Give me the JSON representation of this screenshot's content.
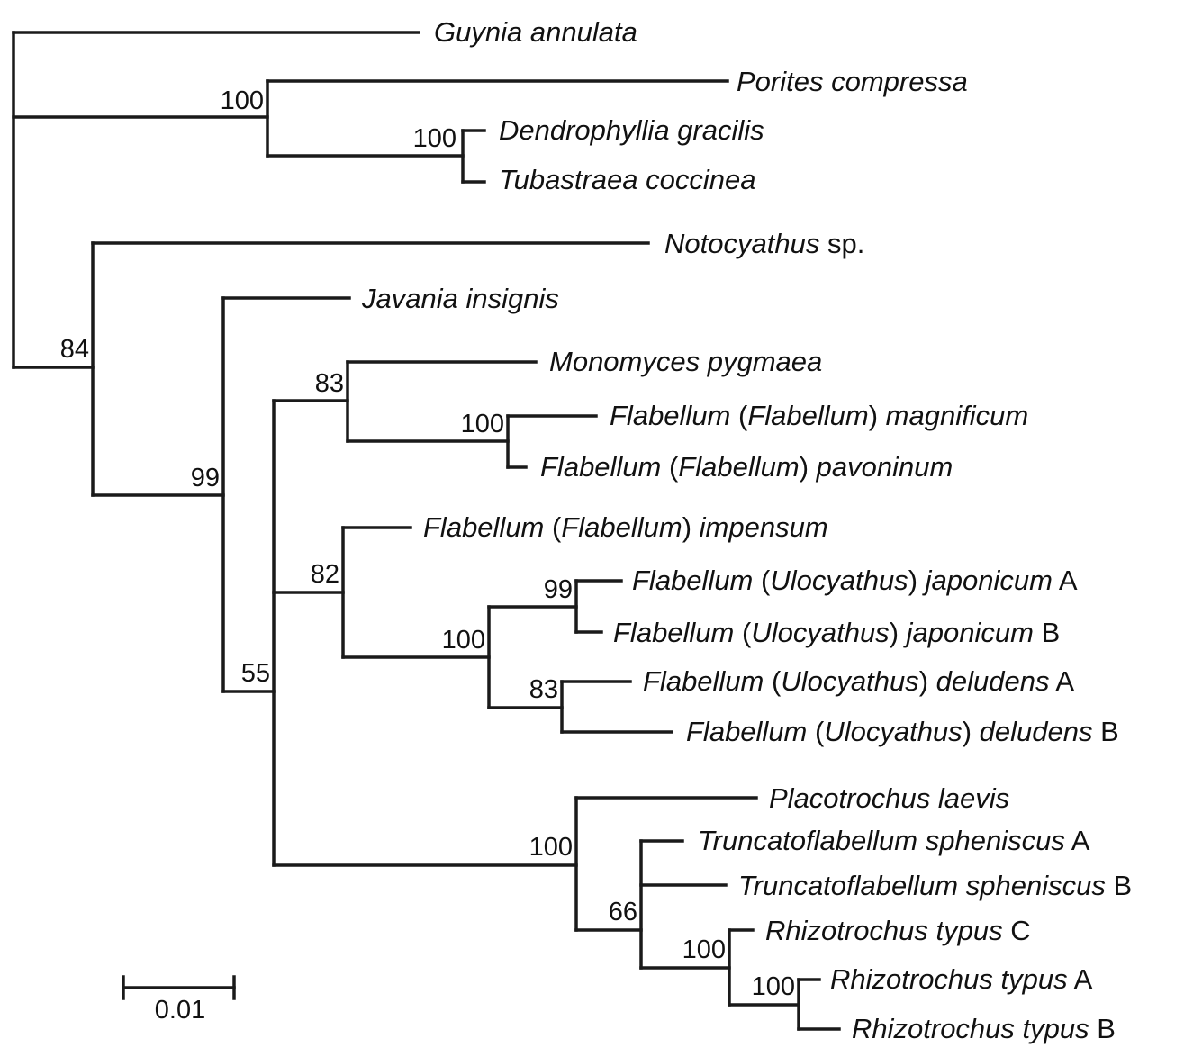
{
  "taxa": {
    "guynia": {
      "genus": "Guynia",
      "species": "annulata"
    },
    "porites": {
      "genus": "Porites",
      "species": "compressa"
    },
    "dendrophyllia": {
      "genus": "Dendrophyllia",
      "species": "gracilis"
    },
    "tubastraea": {
      "genus": "Tubastraea",
      "species": "coccinea"
    },
    "notocyathus": {
      "genus": "Notocyathus",
      "suffix": "sp."
    },
    "javania": {
      "genus": "Javania",
      "species": "insignis"
    },
    "monomyces": {
      "genus": "Monomyces",
      "species": "pygmaea"
    },
    "magnificum": {
      "genus": "Flabellum",
      "subgenus": "Flabellum",
      "species": "magnificum"
    },
    "pavoninum": {
      "genus": "Flabellum",
      "subgenus": "Flabellum",
      "species": "pavoninum"
    },
    "impensum": {
      "genus": "Flabellum",
      "subgenus": "Flabellum",
      "species": "impensum"
    },
    "japonicum_a": {
      "genus": "Flabellum",
      "subgenus": "Ulocyathus",
      "species": "japonicum",
      "suffix": "A"
    },
    "japonicum_b": {
      "genus": "Flabellum",
      "subgenus": "Ulocyathus",
      "species": "japonicum",
      "suffix": "B"
    },
    "deludens_a": {
      "genus": "Flabellum",
      "subgenus": "Ulocyathus",
      "species": "deludens",
      "suffix": "A"
    },
    "deludens_b": {
      "genus": "Flabellum",
      "subgenus": "Ulocyathus",
      "species": "deludens",
      "suffix": "B"
    },
    "placotrochus": {
      "genus": "Placotrochus",
      "species": "laevis"
    },
    "sphen_a": {
      "genus": "Truncatoflabellum",
      "species": "spheniscus",
      "suffix": "A"
    },
    "sphen_b": {
      "genus": "Truncatoflabellum",
      "species": "spheniscus",
      "suffix": "B"
    },
    "rhizo_c": {
      "genus": "Rhizotrochus",
      "species": "typus",
      "suffix": "C"
    },
    "rhizo_a": {
      "genus": "Rhizotrochus",
      "species": "typus",
      "suffix": "A"
    },
    "rhizo_b": {
      "genus": "Rhizotrochus",
      "species": "typus",
      "suffix": "B"
    }
  },
  "support": {
    "porites_clade": "100",
    "dendro_tuba": "100",
    "notocyathus_clade": "84",
    "javania_clade": "99",
    "flabellid_clade": "55",
    "monomyces_clade": "83",
    "magn_pav": "100",
    "impensum_clade": "82",
    "ulocyathus": "100",
    "japonicum": "99",
    "deludens": "83",
    "placo_clade": "100",
    "trunc_rhizo": "66",
    "rhizo_clade": "100",
    "rhizo_ab": "100"
  },
  "scale_bar": {
    "label": "0.01"
  }
}
